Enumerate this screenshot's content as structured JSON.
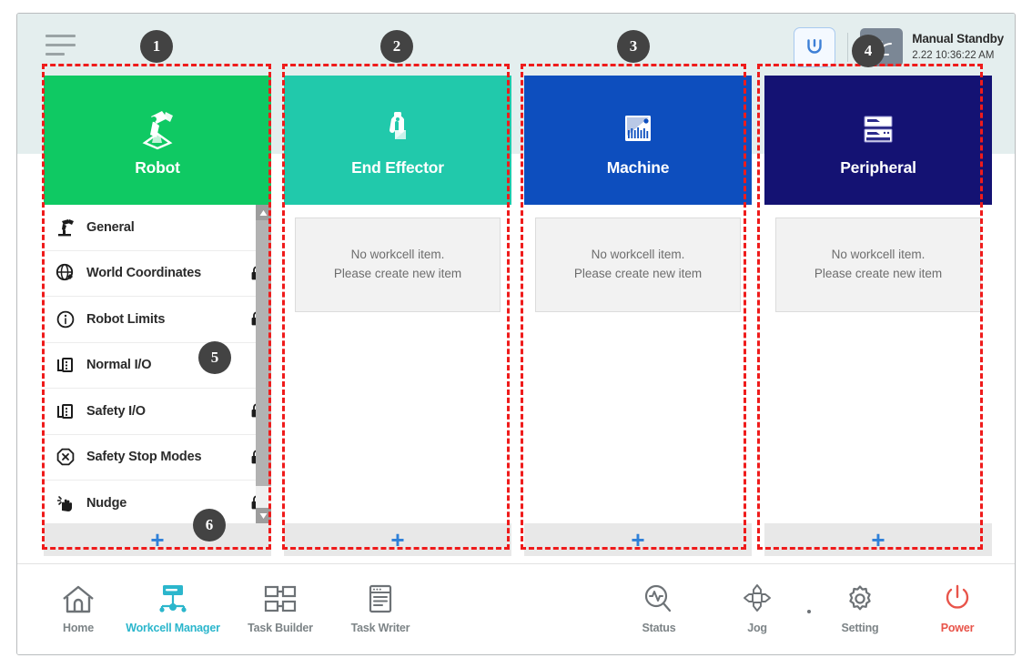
{
  "header": {
    "menu_icon": "hamburger-icon",
    "reset_icon": "reset-arc-icon",
    "mode_icon": "manual-hand-icon",
    "mode_title": "Manual Standby",
    "mode_time": "2.22 10:36:22 AM"
  },
  "columns": [
    {
      "key": "robot",
      "title": "Robot",
      "icon": "robot-arm-icon",
      "color": "#0fc963",
      "add_label": "+",
      "empty_lines": [],
      "items": [
        {
          "label": "General",
          "icon": "robot-arm-small-icon",
          "locked": false
        },
        {
          "label": "World Coordinates",
          "icon": "globe-axes-icon",
          "locked": true
        },
        {
          "label": "Robot Limits",
          "icon": "limits-circle-icon",
          "locked": true
        },
        {
          "label": "Normal I/O",
          "icon": "io-port-icon",
          "locked": false
        },
        {
          "label": "Safety I/O",
          "icon": "io-port-icon",
          "locked": true
        },
        {
          "label": "Safety Stop Modes",
          "icon": "stop-octagon-icon",
          "locked": true
        },
        {
          "label": "Nudge",
          "icon": "hand-nudge-icon",
          "locked": true
        }
      ]
    },
    {
      "key": "end-effector",
      "title": "End Effector",
      "icon": "gripper-icon",
      "color": "#21c9ab",
      "add_label": "+",
      "empty_lines": [
        "No workcell item.",
        "Please create new item"
      ],
      "items": []
    },
    {
      "key": "machine",
      "title": "Machine",
      "icon": "machine-panel-icon",
      "color": "#0d4ebe",
      "add_label": "+",
      "empty_lines": [
        "No workcell item.",
        "Please create new item"
      ],
      "items": []
    },
    {
      "key": "peripheral",
      "title": "Peripheral",
      "icon": "server-rack-icon",
      "color": "#141273",
      "add_label": "+",
      "empty_lines": [
        "No workcell item.",
        "Please create new item"
      ],
      "items": []
    }
  ],
  "scrollbar": {
    "up_icon": "triangle-up-icon",
    "down_icon": "triangle-down-icon"
  },
  "bottom_nav": {
    "left_items": [
      {
        "label": "Home",
        "icon": "home-icon",
        "active": false
      },
      {
        "label": "Workcell Manager",
        "icon": "workcell-icon",
        "active": true
      },
      {
        "label": "Task Builder",
        "icon": "task-builder-icon",
        "active": false
      },
      {
        "label": "Task Writer",
        "icon": "task-writer-icon",
        "active": false
      }
    ],
    "right_items": [
      {
        "label": "Status",
        "icon": "status-scope-icon",
        "style": "normal"
      },
      {
        "label": "Jog",
        "icon": "jog-pad-icon",
        "style": "normal"
      },
      {
        "label": "Setting",
        "icon": "gear-icon",
        "style": "normal"
      },
      {
        "label": "Power",
        "icon": "power-icon",
        "style": "power"
      }
    ]
  },
  "annotations": {
    "badges": [
      {
        "n": "1"
      },
      {
        "n": "2"
      },
      {
        "n": "3"
      },
      {
        "n": "4"
      },
      {
        "n": "5"
      },
      {
        "n": "6"
      }
    ]
  },
  "colors": {
    "robot": "#0fc963",
    "end_effector": "#21c9ab",
    "machine": "#0d4ebe",
    "peripheral": "#141273",
    "accent_blue": "#2f80d8",
    "active_teal": "#2bb6cc",
    "power_red": "#e8544a",
    "annotation_red": "#ef1b1b",
    "header_band": "#e4eeee"
  }
}
